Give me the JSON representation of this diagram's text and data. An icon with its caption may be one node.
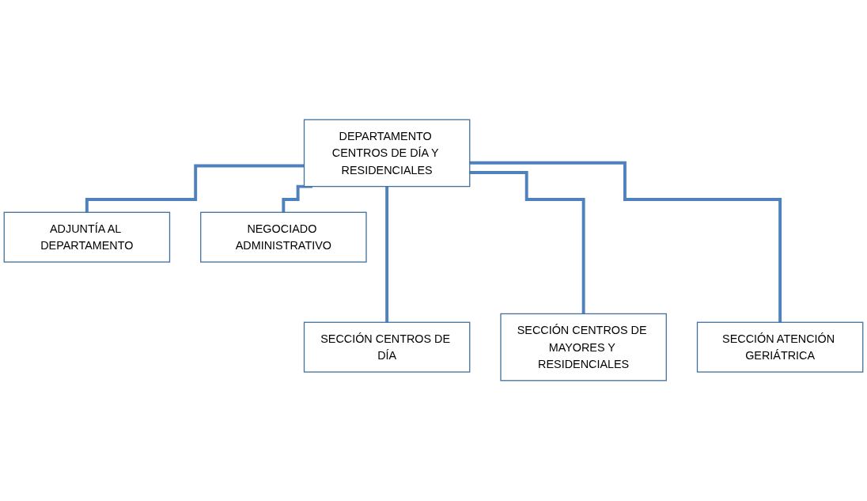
{
  "diagram": {
    "nodes": [
      {
        "text": [
          "DEPARTAMENTO CENTROS DE DÍA Y RESIDENCIALES"
        ]
      },
      {
        "text": [
          "ADJUNTÍA AL DEPARTAMENTO"
        ]
      },
      {
        "text": [
          "NEGOCIADO ADMINISTRATIVO"
        ]
      },
      {
        "text": [
          "SECCIÓN CENTROS DE DÍA"
        ]
      },
      {
        "text": [
          "SECCIÓN CENTROS DE MAYORES Y RESIDENCIALES"
        ]
      },
      {
        "text": [
          "SECCIÓN ATENCIÓN GERIÁTRICA"
        ]
      }
    ],
    "edges": [
      {
        "from": 0,
        "to": 1,
        "arrow": "none"
      },
      {
        "from": 0,
        "to": 2,
        "arrow": "none"
      },
      {
        "from": 0,
        "to": 3,
        "arrow": "none"
      },
      {
        "from": 0,
        "to": 4,
        "arrow": "none"
      },
      {
        "from": 0,
        "to": 5,
        "arrow": "none"
      }
    ]
  }
}
